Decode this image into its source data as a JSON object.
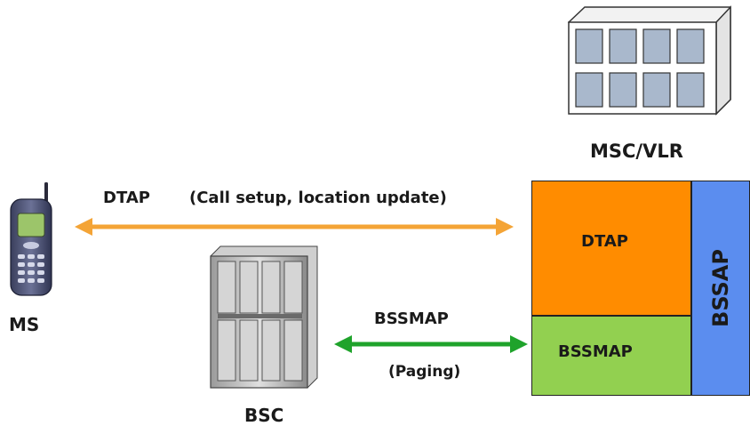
{
  "nodes": {
    "msc_vlr": "MSC/VLR",
    "ms": "MS",
    "bsc": "BSC"
  },
  "links": {
    "dtap_label": "DTAP",
    "dtap_desc": "(Call setup, location update)",
    "bssmap_label": "BSSMAP",
    "bssmap_desc": "(Paging)"
  },
  "protocol_stack": {
    "dtap": "DTAP",
    "bssmap": "BSSMAP",
    "bssap": "BSSAP"
  },
  "colors": {
    "dtap_arrow": "#f4a436",
    "bssmap_arrow": "#1fa32b",
    "dtap_box": "#ff8c00",
    "bssmap_box": "#92d050",
    "bssap_box": "#5b8def"
  }
}
